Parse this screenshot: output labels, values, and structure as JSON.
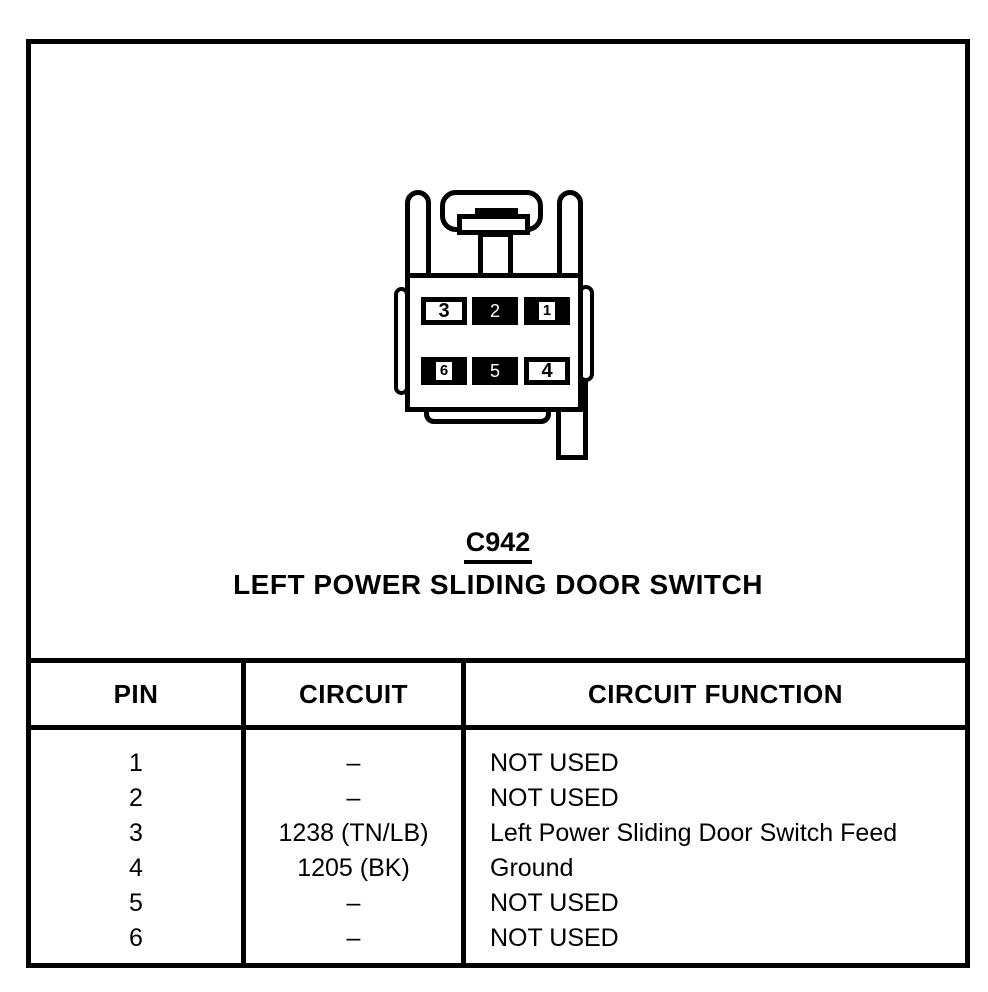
{
  "connector": {
    "id": "C942",
    "name": "LEFT POWER SLIDING DOOR SWITCH",
    "pins": [
      {
        "label": "3"
      },
      {
        "label": "2"
      },
      {
        "label": "1"
      },
      {
        "label": "6"
      },
      {
        "label": "5"
      },
      {
        "label": "4"
      }
    ]
  },
  "table": {
    "headers": [
      "PIN",
      "CIRCUIT",
      "CIRCUIT FUNCTION"
    ],
    "rows": [
      {
        "pin": "1",
        "circuit": "–",
        "function": "NOT USED"
      },
      {
        "pin": "2",
        "circuit": "–",
        "function": "NOT USED"
      },
      {
        "pin": "3",
        "circuit": "1238 (TN/LB)",
        "function": "Left Power Sliding Door Switch Feed"
      },
      {
        "pin": "4",
        "circuit": "1205 (BK)",
        "function": "Ground"
      },
      {
        "pin": "5",
        "circuit": "–",
        "function": "NOT USED"
      },
      {
        "pin": "6",
        "circuit": "–",
        "function": "NOT USED"
      }
    ]
  },
  "colors": {
    "ink": "#000000",
    "paper": "#ffffff"
  }
}
